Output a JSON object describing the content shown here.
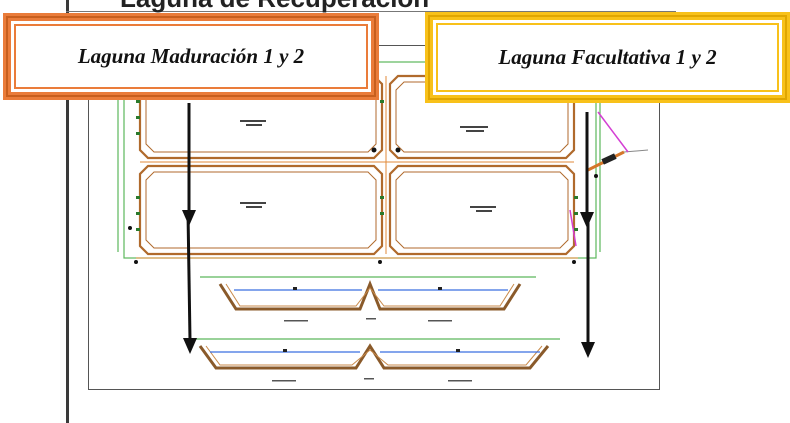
{
  "header": {
    "cut_title": "Laguna de Recuperación"
  },
  "callouts": {
    "maduracion_label": "Laguna Maduración 1 y 2",
    "facultativa_label": "Laguna Facultativa 1 y 2"
  },
  "colors": {
    "orange_border": "#ea7c3a",
    "yellow_border": "#f8c11a",
    "embankment_brown": "#b06a2c",
    "water_blue": "#3b6fe0",
    "boundary_green": "#5cb85c",
    "arrow_black": "#111111",
    "pipe_magenta": "#d43fd4"
  }
}
